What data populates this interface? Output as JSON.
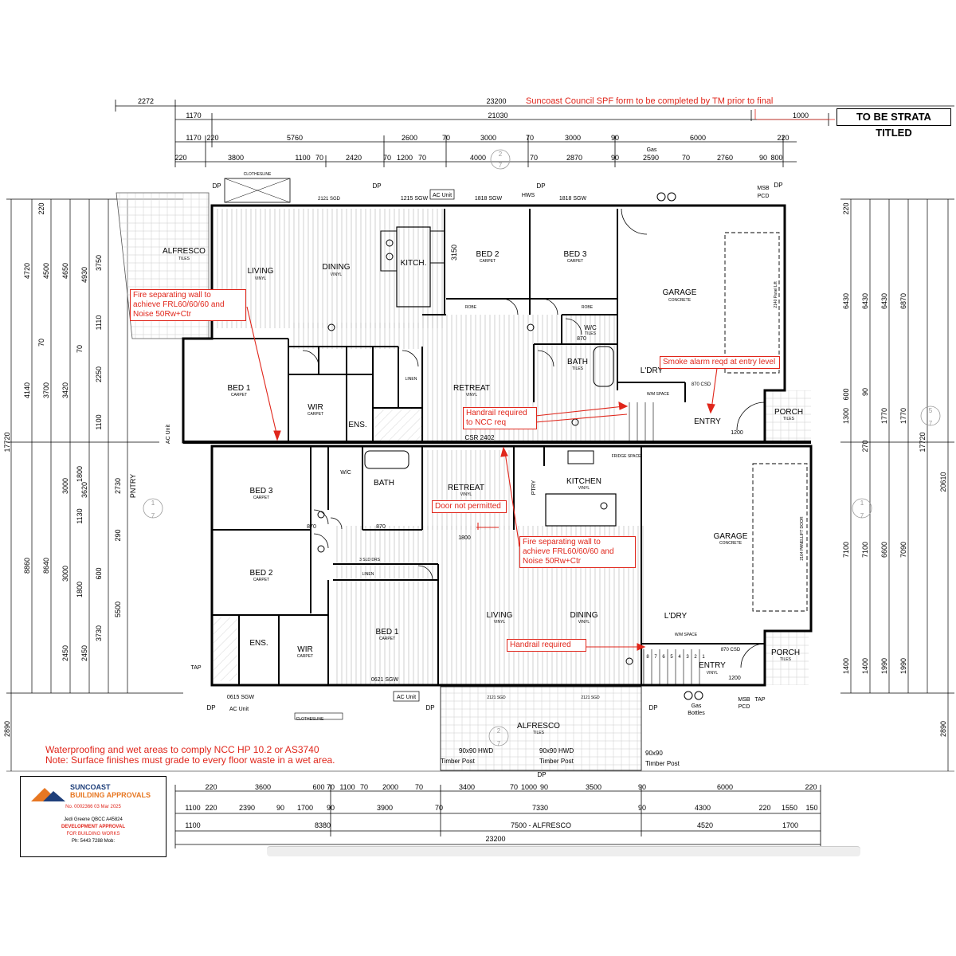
{
  "notes": {
    "strata": "TO BE STRATA TITLED",
    "top_red_partial": "Suncoast Council SPF form to be completed by TM prior to final",
    "wp1": "Waterproofing and wet areas to comply NCC HP 10.2 or AS3740",
    "wp2": "Note: Surface finishes must grade to every floor waste in a wet area.",
    "fire_upper": [
      "Fire separating wall to",
      "achieve FRL60/60/60 and",
      "Noise 50Rw+Ctr"
    ],
    "fire_lower": [
      "Fire separating wall to",
      "achieve FRL60/60/60 and",
      "Noise 50Rw+Ctr"
    ],
    "handrail_upper": [
      "Handrail required",
      "to NCC req"
    ],
    "handrail_lower": "Handrail required",
    "smoke": "Smoke alarm reqd at entry level",
    "door": "Door not permitted"
  },
  "stamp": {
    "brand1": "SUNCOAST",
    "brand2": "BUILDING APPROVALS",
    "line1": "No. 0002366  03 Mar 2025",
    "line2": "Jedi Greene QBCC A45824",
    "line3": "DEVELOPMENT APPROVAL",
    "line4": "FOR BUILDING WORKS",
    "line5": "Ph: 5443 7288    Mob:"
  },
  "dims_top": {
    "r1": [
      "2272",
      "23200"
    ],
    "r2": [
      "1170",
      "21030",
      "1000"
    ],
    "r3": [
      "1170",
      "220",
      "5760",
      "2600",
      "70",
      "3000",
      "70",
      "3000",
      "90",
      "6000",
      "220"
    ],
    "r4": [
      "220",
      "3800",
      "1100",
      "70",
      "2420",
      "70",
      "1200",
      "70",
      "4000",
      "70",
      "2870",
      "90",
      "2590",
      "70",
      "2760",
      "90",
      "800"
    ]
  },
  "dims_bottom": {
    "r1": [
      "220",
      "3600",
      "600",
      "70",
      "1100",
      "70",
      "2000",
      "70",
      "3400",
      "70",
      "1000",
      "90",
      "3500",
      "90",
      "6000",
      "220"
    ],
    "r2": [
      "1100",
      "220",
      "2390",
      "90",
      "1700",
      "90",
      "3900",
      "70",
      "7330",
      "90",
      "4300",
      "220",
      "1550",
      "150"
    ],
    "r3": [
      "1100",
      "8380",
      "7500 - ALFRESCO",
      "4520",
      "1700"
    ],
    "r4": [
      "23200"
    ]
  },
  "dims_left": [
    "2890",
    "17720",
    "4140",
    "4720",
    "8860",
    "4500",
    "3700",
    "8640",
    "4650",
    "3420",
    "3000",
    "3000",
    "2450",
    "4930",
    "2250",
    "3620",
    "3730",
    "3750",
    "1110",
    "1100",
    "2730",
    "5500",
    "220",
    "70",
    "1800",
    "1130",
    "1800",
    "600",
    "2450",
    "290",
    "70"
  ],
  "dims_right": [
    "6430",
    "6430",
    "6430",
    "6870",
    "600",
    "1300",
    "1770",
    "1770",
    "17720",
    "20610",
    "7100",
    "7100",
    "6600",
    "7090",
    "1400",
    "1400",
    "1990",
    "1990",
    "2890",
    "220",
    "90",
    "270"
  ],
  "rooms_upper": [
    {
      "name": "ALFRESCO",
      "finish": "TILES"
    },
    {
      "name": "LIVING",
      "finish": "VINYL"
    },
    {
      "name": "DINING",
      "finish": "VINYL"
    },
    {
      "name": "KITCH.",
      "finish": ""
    },
    {
      "name": "BED 2",
      "finish": "CARPET"
    },
    {
      "name": "BED 3",
      "finish": "CARPET"
    },
    {
      "name": "GARAGE",
      "finish": "CONCRETE"
    },
    {
      "name": "BED 1",
      "finish": "CARPET"
    },
    {
      "name": "WIR",
      "finish": "CARPET"
    },
    {
      "name": "ENS.",
      "finish": ""
    },
    {
      "name": "RETREAT",
      "finish": "VINYL"
    },
    {
      "name": "BATH",
      "finish": "TILES"
    },
    {
      "name": "W/C",
      "finish": "TILES"
    },
    {
      "name": "L'DRY",
      "finish": ""
    },
    {
      "name": "ENTRY",
      "finish": ""
    },
    {
      "name": "PORCH",
      "finish": "TILES"
    }
  ],
  "rooms_lower": [
    {
      "name": "BED 3",
      "finish": "CARPET"
    },
    {
      "name": "BATH",
      "finish": ""
    },
    {
      "name": "RETREAT",
      "finish": "VINYL"
    },
    {
      "name": "KITCHEN",
      "finish": "VINYL"
    },
    {
      "name": "GARAGE",
      "finish": "CONCRETE"
    },
    {
      "name": "BED 2",
      "finish": "CARPET"
    },
    {
      "name": "BED 1",
      "finish": "CARPET"
    },
    {
      "name": "WIR",
      "finish": "CARPET"
    },
    {
      "name": "ENS.",
      "finish": ""
    },
    {
      "name": "LIVING",
      "finish": "VINYL"
    },
    {
      "name": "DINING",
      "finish": "VINYL"
    },
    {
      "name": "L'DRY",
      "finish": ""
    },
    {
      "name": "ENTRY",
      "finish": "VINYL"
    },
    {
      "name": "PORCH",
      "finish": "TILES"
    },
    {
      "name": "ALFRESCO",
      "finish": "TILES"
    },
    {
      "name": "W/C",
      "finish": ""
    },
    {
      "name": "PTRY",
      "finish": ""
    }
  ],
  "labels": {
    "dp": "DP",
    "acunit": "AC Unit",
    "hws": "HWS",
    "clothesline": "CLOTHESLINE",
    "msb": "MSB",
    "pcd": "PCD",
    "tap": "TAP",
    "gas": "Gas",
    "gas_bottles": "Bottles",
    "pntry": "PNTRY",
    "csr": "CSR 2402",
    "linen": "LINEN",
    "fridge_space": "FRIDGE SPACE",
    "robe": "ROBE",
    "wm_space": "W/M SPACE",
    "window_2121": "2121 SGD",
    "window_1215": "1215 SGW",
    "window_1818": "1818 SGW",
    "window_0621": "0621 SGW",
    "window_0615": "0615 SGW",
    "garage_door_upper": "2140 Panel Lift",
    "garage_door_lower": "2164 PANELLIFT DOOR",
    "post1": [
      "90x90 HWD",
      "Timber Post"
    ],
    "post2": [
      "90x90 HWD",
      "Timber Post"
    ],
    "post3": [
      "90x90",
      "Timber Post"
    ],
    "csd": "870 CSD",
    "door1200": "1200",
    "d870": "870",
    "d1800": "1800",
    "d3150": "3150",
    "slide": "3 SLD DRS",
    "section_1": "1",
    "section_2": "2",
    "section_5": "5",
    "section_7": "7",
    "steps": [
      "8",
      "7",
      "6",
      "5",
      "4",
      "3",
      "2",
      "1"
    ]
  }
}
